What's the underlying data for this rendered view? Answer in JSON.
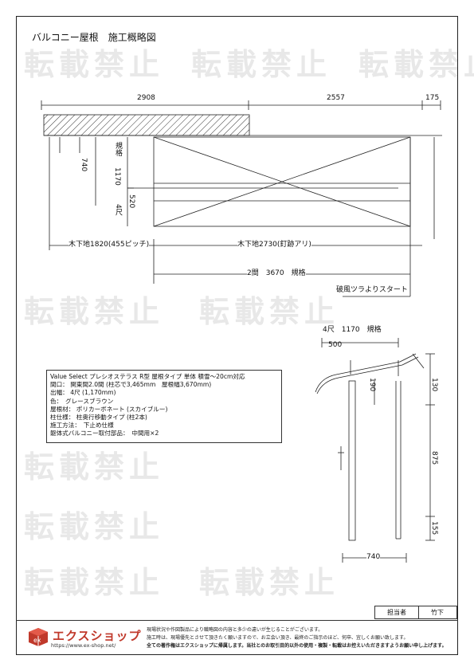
{
  "title": "バルコニー屋根　施工概略図",
  "watermark": "転載禁止",
  "plan": {
    "dim_left": "2908",
    "dim_mid": "2557",
    "dim_right": "175",
    "dim_740": "740",
    "dim_1170": "1170",
    "dim_520": "520",
    "label_kikaku": "規格",
    "label_4shaku": "4尺",
    "base_left": "木下地1820(455ピッチ)",
    "base_right": "木下地2730(釘跡アリ)",
    "size_label": "2間　3670　規格",
    "note_break": "破風ツラよりスタート"
  },
  "section": {
    "dim_top": "4尺　1170　規格",
    "dim_500": "500",
    "dim_190": "190",
    "dim_130": "130",
    "dim_875": "875",
    "dim_155": "155",
    "dim_740": "740"
  },
  "spec": {
    "lines": [
      "Value Select プレシオステラス R型 屋根タイプ 単体 積雪～20cm対応",
      "間口： 関東間2.0間 (柱芯で3,465mm　屋根幅3,670mm)",
      "出幅： 4尺 (1,170mm)",
      "色：　グレースブラウン",
      "屋根材： ポリカーボネート (スカイブルー)",
      "柱仕様： 柱奥行移動タイプ (柱2本)",
      "施工方法：　下止め仕様",
      "躯体式バルコニー取付部品：　中間用×2"
    ]
  },
  "person": {
    "label": "担当者",
    "name": "竹下"
  },
  "footer": {
    "brand": "エクスショップ",
    "url": "https://www.ex-shop.net/",
    "notes": [
      "現場状況や作図製品により職略図の内容と多少の違いが生じることがございます。",
      "施工時は、現場優先とさせて頂きたく願いますので、お立会い頂き、最終のご指示のほど、何卒、宜しくお願い致します。",
      "全ての著作権はエクスショップに帰属します。当社とのお取引目的以外の使用・複製・転載はお控えいただきますようお願い申し上げます。"
    ]
  },
  "colors": {
    "brand": "#c0392b",
    "line": "#222222",
    "watermark": "#e8e8e8"
  }
}
